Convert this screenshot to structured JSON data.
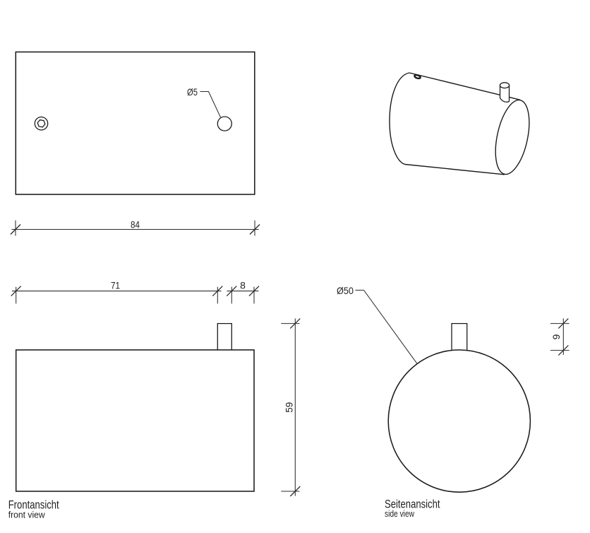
{
  "drawing": {
    "top_view": {
      "hole_label": "Ø5"
    },
    "dim_overall_width": "84",
    "front_view": {
      "dim_width": "71",
      "dim_edge_offset": "8",
      "dim_height": "59",
      "title": "Frontansicht",
      "subtitle": "front view"
    },
    "side_view": {
      "dim_diameter": "Ø50",
      "dim_peg_height": "9",
      "title": "Seitenansicht",
      "subtitle": "side view"
    },
    "colors": {
      "line": "#1b1b1b",
      "dim": "#2b2b2b",
      "text": "#1f1f1f",
      "background": "#ffffff"
    }
  }
}
